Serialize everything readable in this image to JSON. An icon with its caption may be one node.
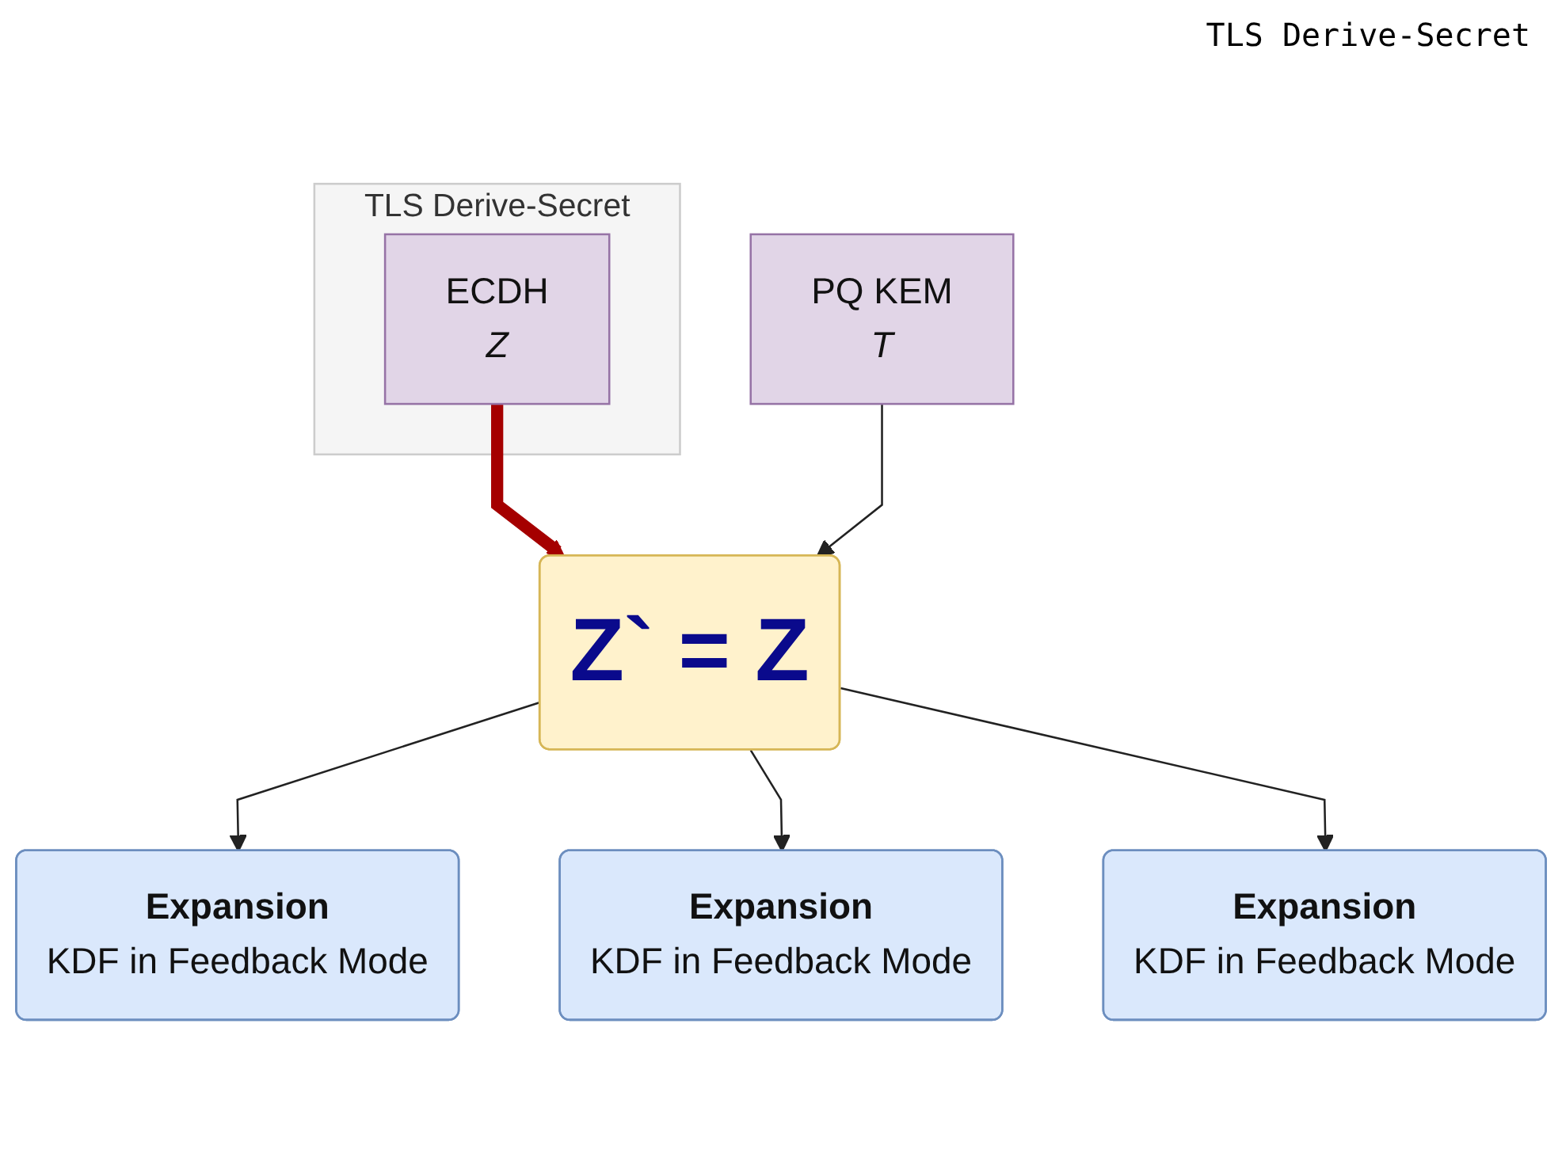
{
  "diagram": {
    "nodes": [
      {
        "text": [
          "TLS Derive-Secret"
        ]
      },
      {
        "text": [
          "ECDH",
          "Z"
        ],
        "in": 0
      },
      {
        "text": [
          "PQ KEM",
          "T"
        ]
      },
      {
        "text": [
          "Z` = Z"
        ]
      },
      {
        "text": [
          "Expansion",
          "KDF in Feedback Mode"
        ]
      },
      {
        "text": [
          "Expansion",
          "KDF in Feedback Mode"
        ]
      },
      {
        "text": [
          "Expansion",
          "KDF in Feedback Mode"
        ]
      }
    ],
    "edges": [
      {
        "from": 1,
        "to": 3,
        "arrow": "to",
        "style": "thick",
        "color": "#a50000"
      },
      {
        "from": 2,
        "to": 3,
        "arrow": "to"
      },
      {
        "from": 3,
        "to": 4,
        "arrow": "to"
      },
      {
        "from": 3,
        "to": 5,
        "arrow": "to"
      },
      {
        "from": 3,
        "to": 6,
        "arrow": "to"
      }
    ],
    "labels": [
      "TLS Derive-Secret"
    ]
  }
}
